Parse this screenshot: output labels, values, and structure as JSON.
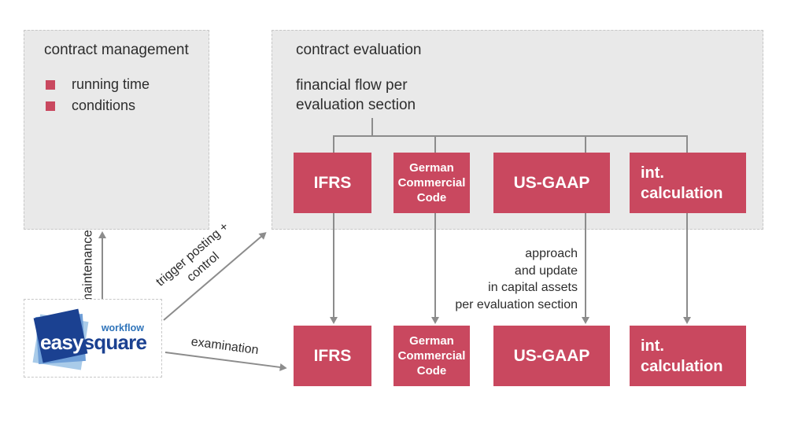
{
  "contract_management": {
    "title": "contract management",
    "items": [
      {
        "label": "running time"
      },
      {
        "label": "conditions"
      }
    ]
  },
  "contract_evaluation": {
    "title": "contract evaluation",
    "subtitle": "financial flow per\nevaluation section"
  },
  "standards": {
    "top": [
      {
        "label": "IFRS"
      },
      {
        "label": "German\nCommercial\nCode"
      },
      {
        "label": "US-GAAP"
      },
      {
        "label": "int.\ncalculation"
      }
    ],
    "bottom": [
      {
        "label": "IFRS"
      },
      {
        "label": "German\nCommercial\nCode"
      },
      {
        "label": "US-GAAP"
      },
      {
        "label": "int.\ncalculation"
      }
    ]
  },
  "annotations": {
    "maintenance": "maintenance",
    "trigger": "trigger posting +\ncontrol",
    "examination": "examination",
    "approach_note": "approach\nand update\nin capital assets\nper evaluation section"
  },
  "logo": {
    "easy": "easy",
    "square": "square",
    "workflow": "workflow"
  },
  "colors": {
    "accent_red": "#c9485f",
    "panel_gray": "#e9e9e9",
    "connector_gray": "#8c8c8c",
    "logo_dark_blue": "#1b4191",
    "logo_mid_blue": "#6f9fd8",
    "logo_light_blue": "#a9cbe9",
    "logo_workflow_blue": "#2f74ba"
  }
}
